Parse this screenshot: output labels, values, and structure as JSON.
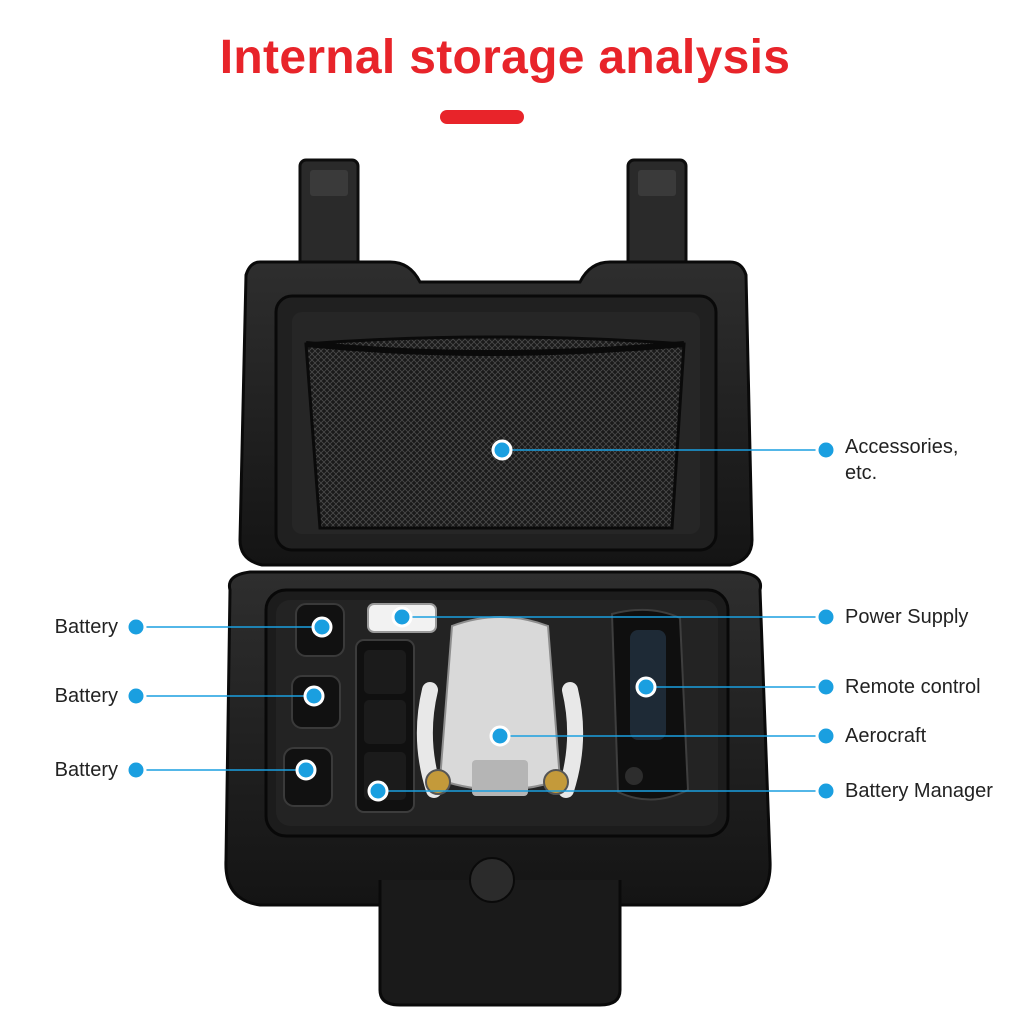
{
  "title": "Internal storage analysis",
  "accent_color": "#e8242a",
  "callout_color": "#1a9fe0",
  "callouts": {
    "accessories": "Accessories, etc.",
    "power_supply": "Power Supply",
    "remote_control": "Remote control",
    "aerocraft": "Aerocraft",
    "battery_manager": "Battery Manager",
    "battery_1": "Battery",
    "battery_2": "Battery",
    "battery_3": "Battery"
  }
}
